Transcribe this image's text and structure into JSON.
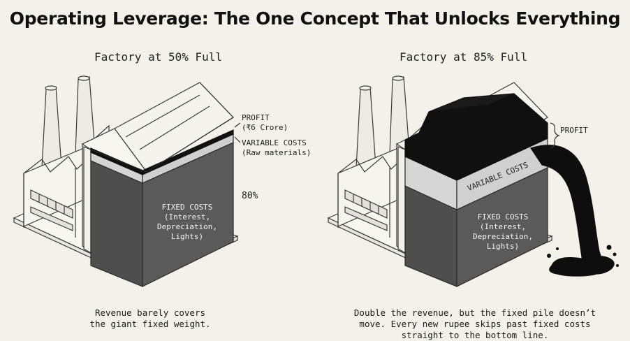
{
  "title": "Operating Leverage: The One Concept That Unlocks Everything",
  "left_panel": {
    "heading": "Factory at 50% Full",
    "profit_label": "PROFIT",
    "profit_amount": "(₹6 Crore)",
    "variable_label": "VARIABLE COSTS",
    "variable_sub": "(Raw materials)",
    "fixed_label": "FIXED COSTS",
    "fixed_sub1": "(Interest,",
    "fixed_sub2": "Depreciation,",
    "fixed_sub3": "Lights)",
    "percent": "80%",
    "caption_line1": "Revenue barely covers",
    "caption_line2": "the giant fixed weight."
  },
  "right_panel": {
    "heading": "Factory at 85% Full",
    "profit_label": "PROFIT",
    "variable_label": "VARIABLE COSTS",
    "fixed_label": "FIXED COSTS",
    "fixed_sub1": "(Interest,",
    "fixed_sub2": "Depreciation,",
    "fixed_sub3": "Lights)",
    "caption_line1": "Double the revenue, but the fixed pile doesn’t",
    "caption_line2": "move. Every new rupee skips past fixed costs",
    "caption_line3": "straight to the bottom line."
  },
  "colors": {
    "background": "#f3f1ea",
    "fixed_costs": "#555555",
    "variable_costs": "#d2d2d2",
    "profit": "#111111",
    "outline": "#333333"
  }
}
